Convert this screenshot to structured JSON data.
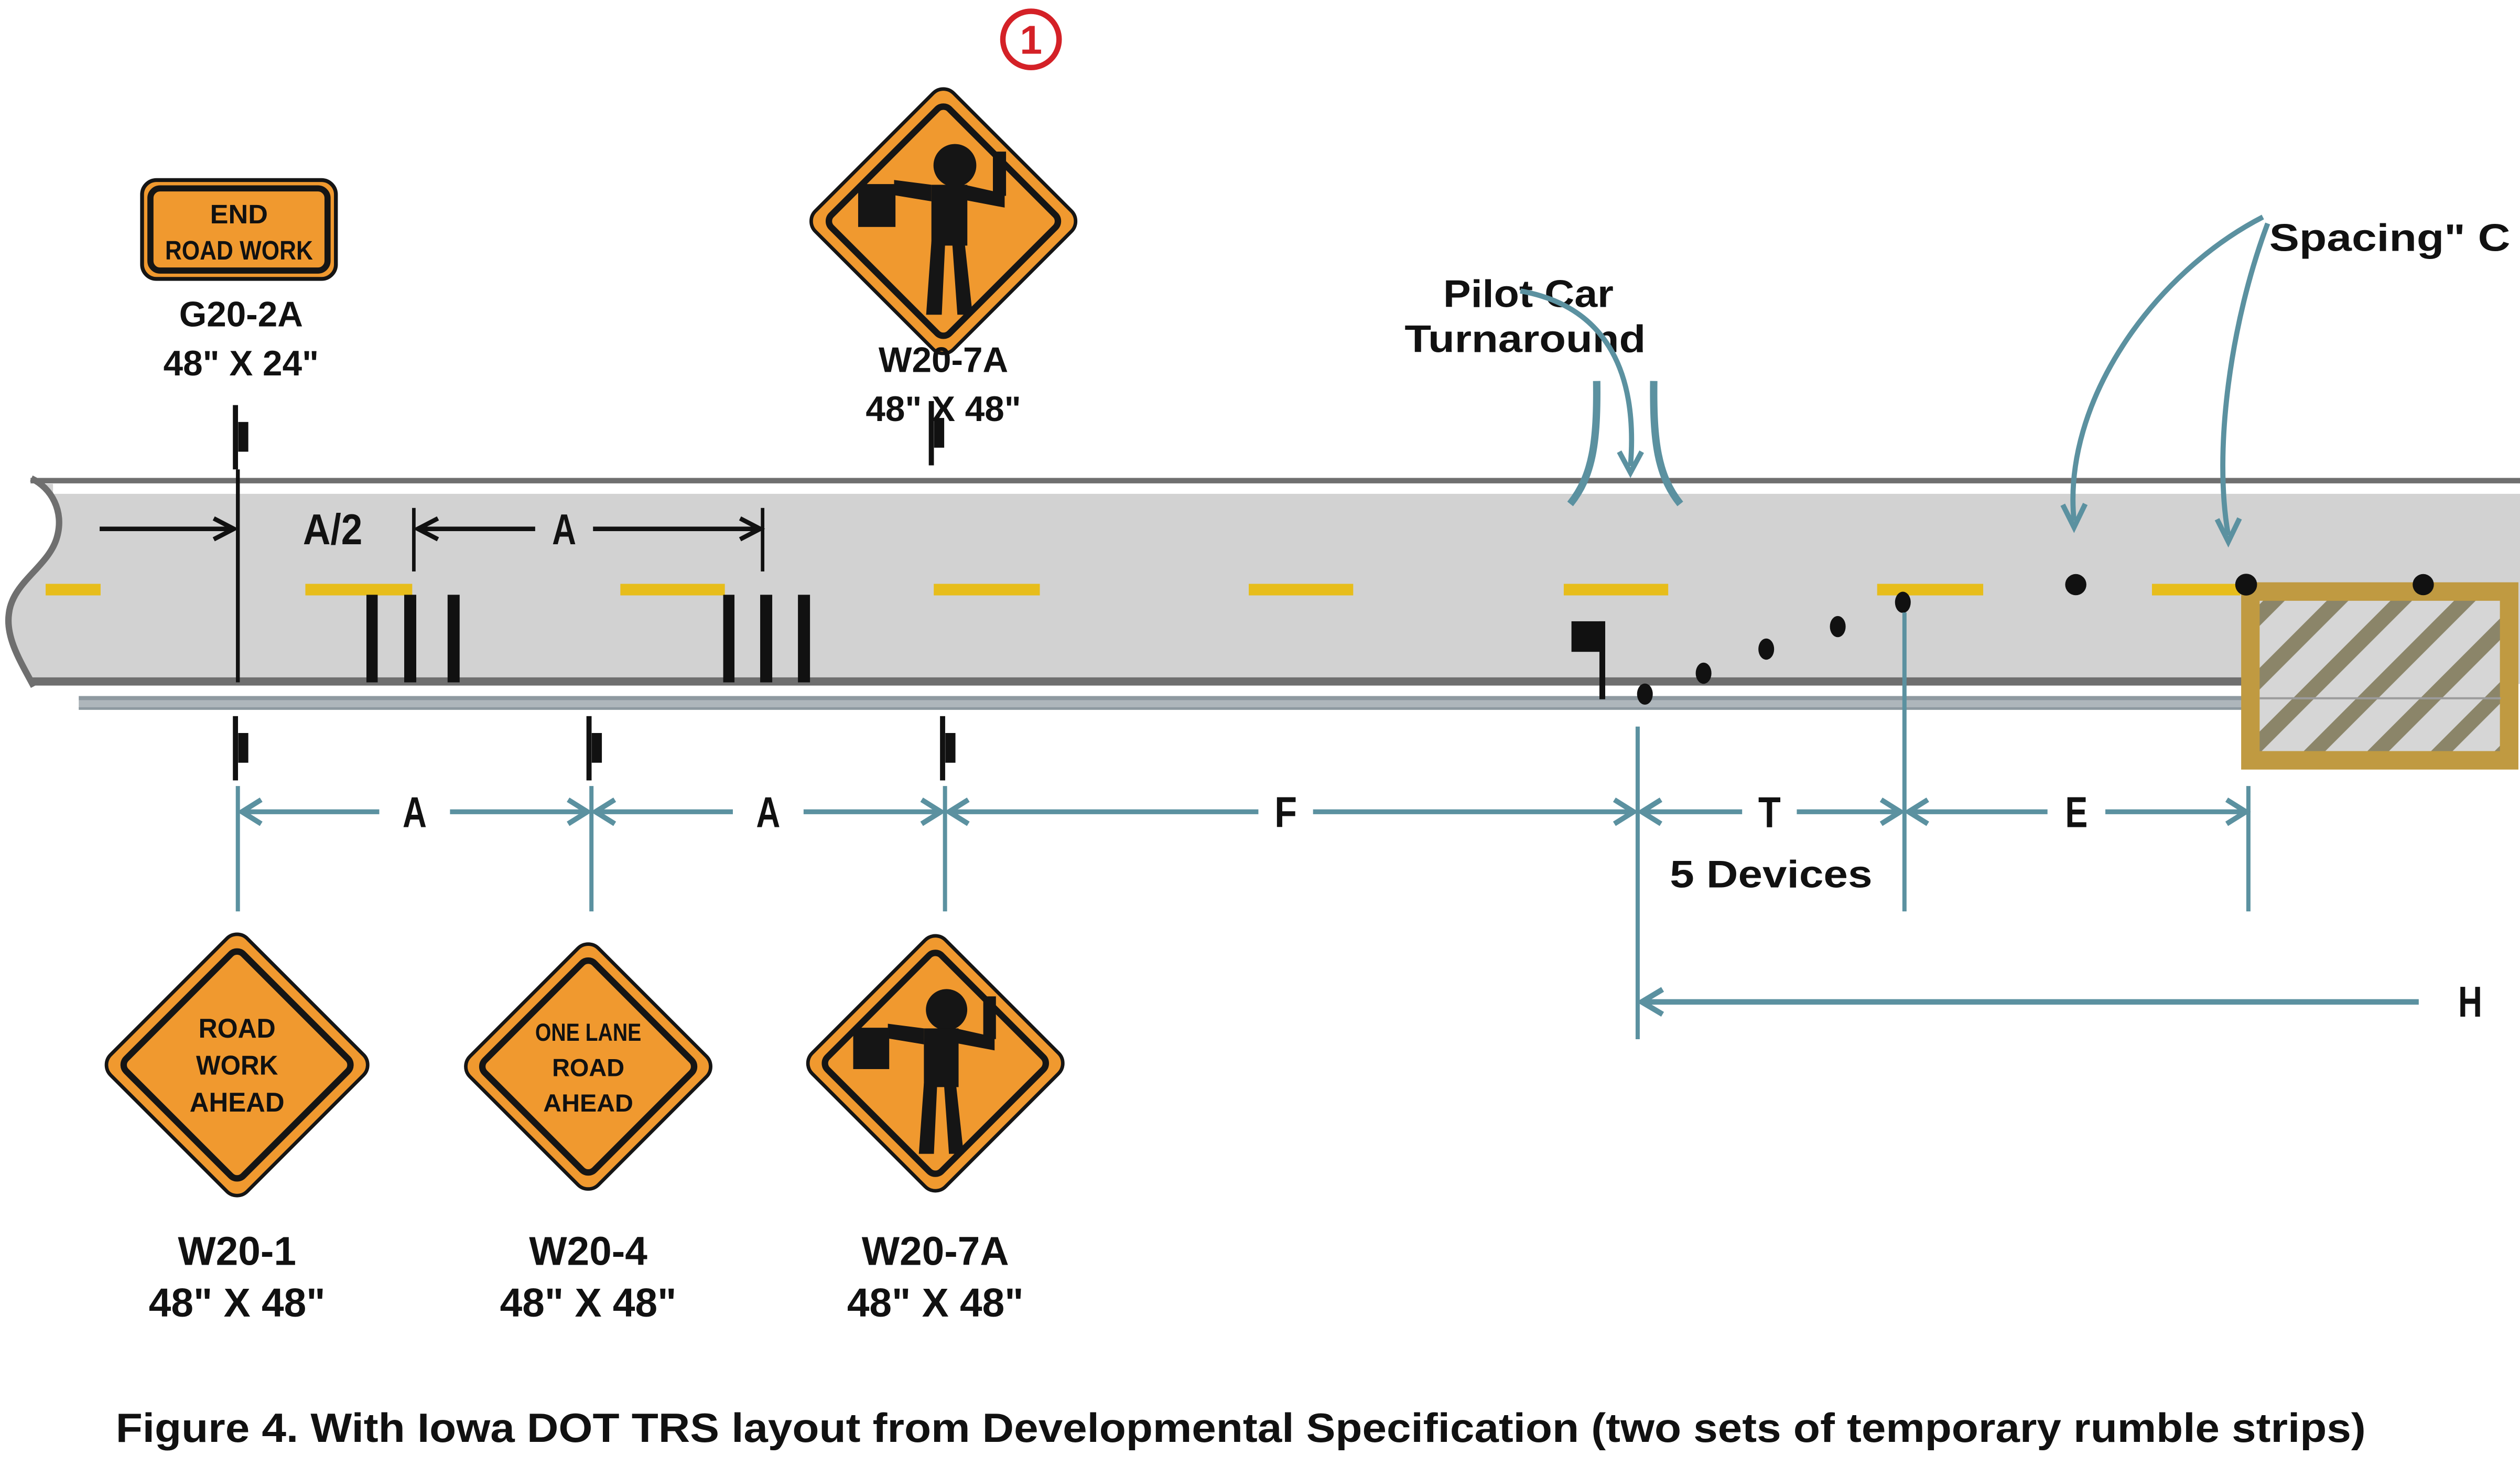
{
  "figure": {
    "caption": "Figure 4. With Iowa DOT TRS layout from Developmental Specification (two sets of temporary rumble strips)"
  },
  "colors": {
    "sign_orange": "#F0992F",
    "sign_border_black": "#151515",
    "dimension_teal": "#5B91A0",
    "road_gray": "#D2D2D2",
    "road_edge_gray": "#6F6F6F",
    "centerline_yellow": "#E7BD1B",
    "work_area_border_tan": "#C09A41",
    "work_area_hatch": "#8B8569",
    "callout_red": "#D42127"
  },
  "signs": {
    "g20_2a": {
      "lines": [
        "END",
        "ROAD WORK"
      ],
      "code": "G20-2A",
      "size": "48\" X 24\""
    },
    "w20_7a_top": {
      "code": "W20-7A",
      "size": "48\" X 48\"",
      "callout": "1",
      "symbol": "flagger"
    },
    "w20_1": {
      "lines": [
        "ROAD",
        "WORK",
        "AHEAD"
      ],
      "code": "W20-1",
      "size": "48\" X 48\""
    },
    "w20_4": {
      "lines": [
        "ONE LANE",
        "ROAD",
        "AHEAD"
      ],
      "code": "W20-4",
      "size": "48\" X 48\""
    },
    "w20_7a_bottom": {
      "code": "W20-7A",
      "size": "48\" X 48\"",
      "symbol": "flagger"
    }
  },
  "labels": {
    "pilot_car_line1": "Pilot Car",
    "pilot_car_line2": "Turnaround",
    "spacing_c": "Spacing\" C",
    "five_devices": "5 Devices"
  },
  "dimensions": {
    "a_half": "A/2",
    "a": "A",
    "f": "F",
    "t": "T",
    "e": "E",
    "h": "H"
  }
}
